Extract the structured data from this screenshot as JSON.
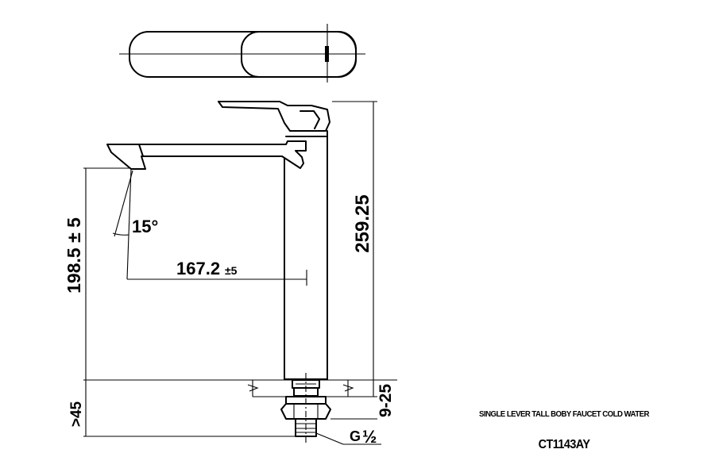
{
  "dimensions": {
    "total_height": "259.25",
    "spout_height": "198.5 ± 5",
    "spout_reach": "167.2",
    "spout_reach_tol": "±5",
    "spout_angle": "15°",
    "min_length": ">45",
    "deck_thickness": "9-25",
    "thread_prefix": "G",
    "thread_size": "½"
  },
  "title_block": {
    "description": "SINGLE LEVER TALL BOBY FAUCET COLD WATER",
    "model": "CT1143AY"
  }
}
